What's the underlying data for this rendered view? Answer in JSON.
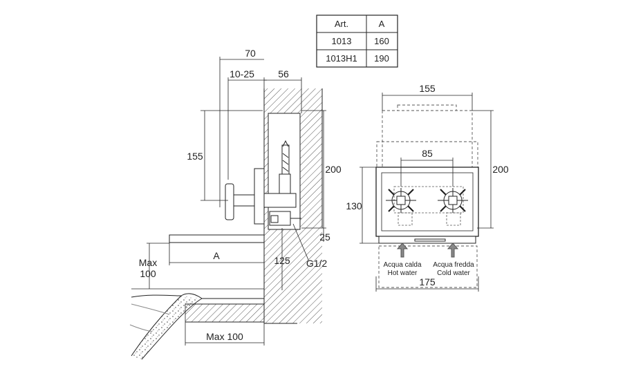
{
  "table": {
    "headers": [
      "Art.",
      "A"
    ],
    "rows": [
      [
        "1013",
        "160"
      ],
      [
        "1013H1",
        "190"
      ]
    ]
  },
  "side_view": {
    "dim_70": "70",
    "dim_10_25": "10-25",
    "dim_56": "56",
    "dim_155": "155",
    "dim_200": "200",
    "dim_25": "25",
    "dim_a": "A",
    "dim_125": "125",
    "thread": "G1/2",
    "max_100_left_line1": "Max",
    "max_100_left_line2": "100",
    "max_100_bottom": "Max 100"
  },
  "front_view": {
    "dim_155": "155",
    "dim_85": "85",
    "dim_200": "200",
    "dim_130": "130",
    "dim_175": "175",
    "hot_line1": "Acqua calda",
    "hot_line2": "Hot water",
    "cold_line1": "Acqua fredda",
    "cold_line2": "Cold water"
  },
  "colors": {
    "line": "#222222",
    "hatch": "#555555",
    "grey": "#888888"
  }
}
